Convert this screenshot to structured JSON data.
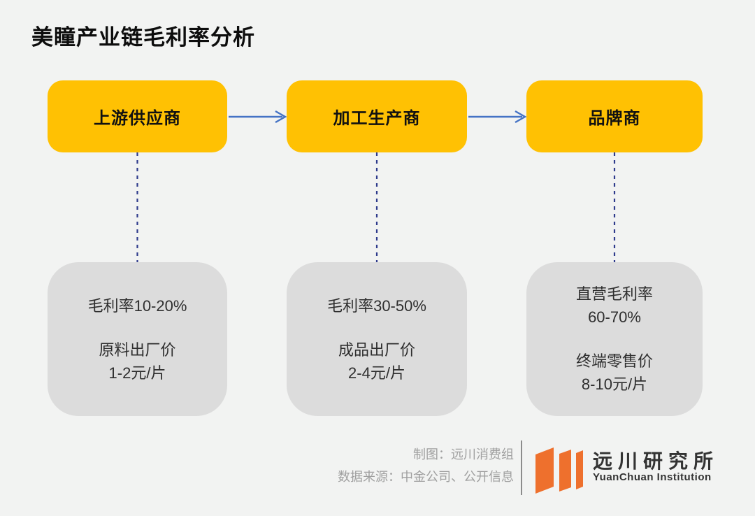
{
  "page": {
    "title": "美瞳产业链毛利率分析",
    "background_color": "#f2f3f2"
  },
  "colors": {
    "stage_box_fill": "#ffc103",
    "detail_box_fill": "#dcdcdc",
    "arrow_blue": "#4573c5",
    "connector_navy": "#2e3a8c",
    "logo_orange": "#ee702d",
    "credit_gray": "#9f9f9f",
    "text_dark": "#111111"
  },
  "flow": {
    "stages": [
      {
        "label": "上游供应商"
      },
      {
        "label": "加工生产商"
      },
      {
        "label": "品牌商"
      }
    ],
    "details": [
      {
        "line1": "毛利率10-20%",
        "line2": "原料出厂价\n1-2元/片"
      },
      {
        "line1": "毛利率30-50%",
        "line2": "成品出厂价\n2-4元/片"
      },
      {
        "line1": "直营毛利率\n60-70%",
        "line2": "终端零售价\n8-10元/片"
      }
    ]
  },
  "footer": {
    "credit_line1": "制图：远川消费组",
    "credit_line2": "数据来源：中金公司、公开信息",
    "logo_cn": "远川研究所",
    "logo_en": "YuanChuan Institution"
  }
}
